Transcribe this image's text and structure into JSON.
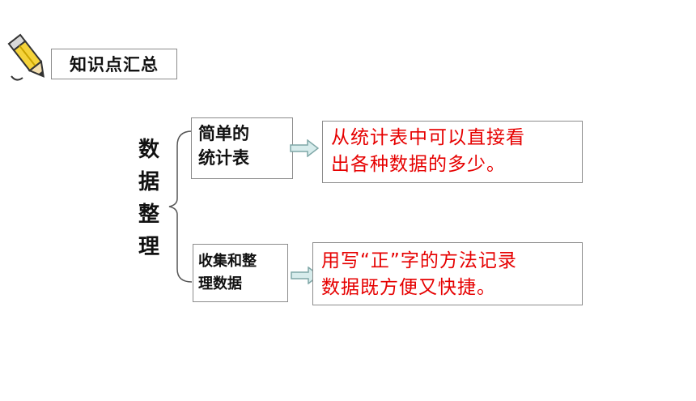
{
  "title": "知识点汇总",
  "icons": {
    "header": "pencil-icon",
    "connector": "arrow-right-icon"
  },
  "root": {
    "chars": [
      "数",
      "据",
      "整",
      "理"
    ]
  },
  "branches": [
    {
      "label_lines": [
        "简单的",
        "统计表"
      ],
      "note_lines": [
        "从统计表中可以直接看",
        "出各种数据的多少。"
      ]
    },
    {
      "label_lines": [
        "收集和整",
        "理数据"
      ],
      "note_lines": [
        "用写“正”字的方法记录",
        "数据既方便又快捷。"
      ]
    }
  ],
  "colors": {
    "note_text": "#e60000",
    "label_text": "#111111",
    "arrow_fill": "#d7ecec",
    "arrow_stroke": "#7fa7a7",
    "border": "#8c8c8c"
  }
}
